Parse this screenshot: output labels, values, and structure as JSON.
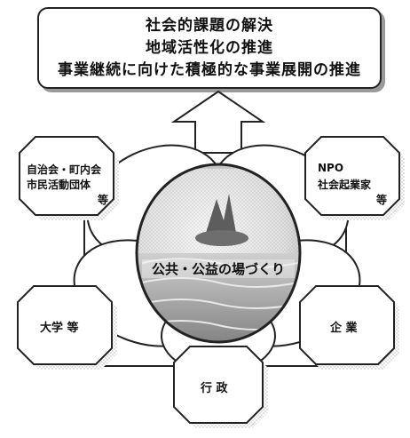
{
  "goals": {
    "line1": "社会的課題の解決",
    "line2": "地域活性化の推進",
    "line3": "事業継続に向けた積極的な事業展開の推進"
  },
  "center": {
    "label": "公共・公益の場づくり"
  },
  "stakeholders": {
    "top_left": {
      "line1": "自治会・町内会",
      "line2": "市民活動団体",
      "suffix": "等"
    },
    "top_right": {
      "line1": "NPO",
      "line2": "社会起業家",
      "suffix": "等"
    },
    "mid_left": {
      "label": "大学 等"
    },
    "mid_right": {
      "label": "企 業"
    },
    "bottom": {
      "label": "行 政"
    }
  },
  "colors": {
    "outline": "#222222",
    "shadow": "#9a9a9a",
    "sphere_sky": "#d6d6d6",
    "sphere_water": "#a8a8a8"
  }
}
